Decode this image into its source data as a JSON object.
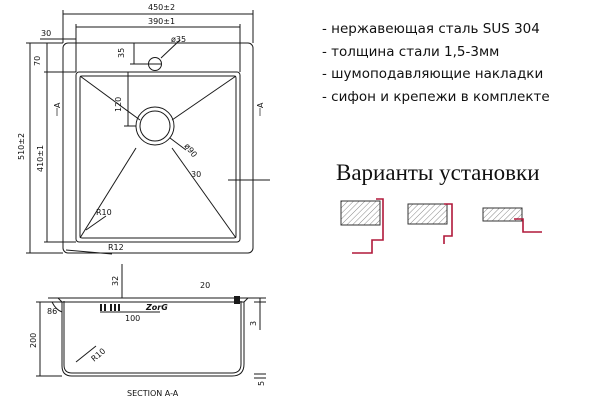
{
  "features": [
    "- нержавеющая сталь SUS 304",
    "- толщина стали 1,5-3мм",
    "- шумоподавляющие накладки",
    "- сифон и крепежи в комплекте"
  ],
  "install_title": "Варианты установки",
  "dimensions": {
    "overall_width": "450±2",
    "bowl_width": "390±1",
    "left_margin": "30",
    "top_margin": "70",
    "tap_hole_offset": "35",
    "tap_hole_diameter": "ø35",
    "drain_offset": "120",
    "drain_diameter": "ø90",
    "right_margin": "30",
    "overall_depth": "510±2",
    "bowl_depth": "410±1",
    "inner_radius": "R10",
    "outer_radius": "R12",
    "section_top": "32",
    "section_rim": "20",
    "section_angle": "86",
    "section_depth": "200",
    "section_drain": "100",
    "section_thickness": "3",
    "section_radius": "R10",
    "section_bottom": "5"
  },
  "section_marker": "A",
  "section_label": "SECTION A-A",
  "brand_mark": "ZorG",
  "colors": {
    "line": "#1a1a1a",
    "installation_line": "#b0183a",
    "countertop_hatch": "#888888"
  }
}
